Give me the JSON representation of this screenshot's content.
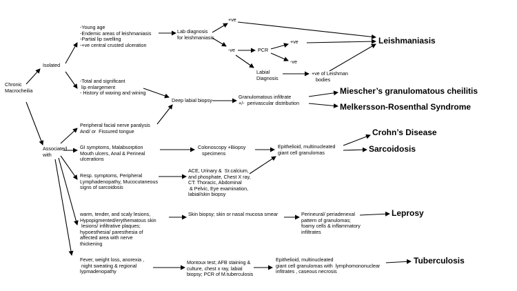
{
  "root": "Chronic\nMacrocheilia",
  "isolated": "Isolated",
  "associated": "Associated\nwith",
  "isolated_group1": "-Young age\n-Endemic areas of leishmaniasis\n-Partial lip swelling\n-+ve central crusted ulceration",
  "isolated_group2": "-Total and significant\n lip enlargement\n- History of waxing and wining",
  "lab_diagnosis": "Lab diagnosis\nfor leishmaniasis",
  "pos1": "+ve",
  "neg1": "-ve",
  "pcr": "PCR",
  "pos2": "+ve",
  "neg2": "-ve",
  "labial_diagnosis": "Labial\nDiagnosis",
  "pos_leishman": "+ve of Leishman\n   bodies",
  "deep_biopsy": "Deep labial biopsy",
  "granulomatous": "Granulomatous infiltrate\n+/-  perivascular distribution",
  "dx_leishmaniasis": "Leishmaniasis",
  "dx_miescher": "Miescher’s granulomatous cheilitis",
  "dx_melkersson": "Melkersson-Rosenthal Syndrome",
  "dx_crohn": "Crohn’s Disease",
  "dx_sarcoidosis": "Sarcoidosis",
  "dx_leprosy": "Leprosy",
  "dx_tuberculosis": "Tuberculosis",
  "facial_nerve": "Peripheral facial nerve paralysis\nAnd/ or  Fissured tongue",
  "gi_symptoms": "GI symptoms, Malabsorption\nMouth ulcers, Anal & Perineal\nulcerations",
  "colonoscopy": "Colonoscopy +Biopsy\n   specimens",
  "epithelioid1": "Epithelioid, multinucleated\ngiant cell granulomas",
  "resp_symptoms": "Resp. symptoms, Peripheral\nLymphadenopathy, Mucocutaneous\nsigns of sarcoidosis",
  "ace_tests": "ACE, Urinary &  Sr.calcium,\nand phosphate, Chest X ray,\nCT: Thoracic, Abdominal\n & Pelvic, Eye examination,\nlabial/skin biopsy",
  "leprosy_signs": "warm, tender, and scaly lesions,\nHypopigmented/erythematous skin\n lesions/ infiltrative plaques;\nhypoesthesia/ paresthesia of\naffected area with nerve\nthickening",
  "skin_biopsy": "Skin biopsy; skin or nasal mucosa smear",
  "perineural": "Perineural/ periadenexal\npattern of granulomas;\nfoamy cells & inflammatory\ninfiltrates",
  "tb_signs": "Fever, weight loss, anorexia ,\n night sweating & regional\nlypmadenopathy",
  "montoux": "Montoux test; AFB staining &\nculture, chest x ray, labial\nbiopsy; PCR of M.tuberculosis",
  "epithelioid2": "Epithelioid, multinucleated\ngiant cell granulomas with  lymphomononuclear\ninfitrates , caseous necrosis"
}
